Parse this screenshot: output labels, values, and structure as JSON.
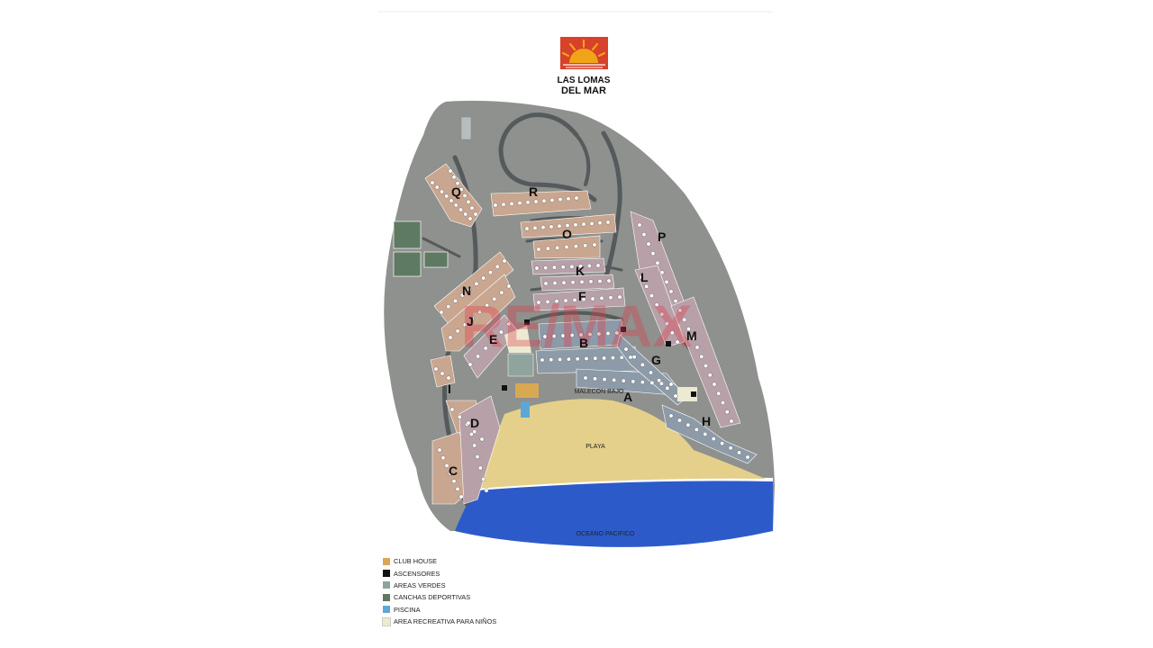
{
  "logo": {
    "line1": "LAS LOMAS",
    "line2": "DEL MAR",
    "colors": {
      "sun": "#f0a418",
      "background": "#d8412a",
      "text": "#111111"
    }
  },
  "map": {
    "beach_label": "PLAYA",
    "ocean_label": "OCEANO PACIFICO",
    "boardwalk_label": "MALECON BAJO",
    "watermark": "RE/MAX",
    "sectors": [
      "A",
      "B",
      "C",
      "D",
      "E",
      "F",
      "G",
      "H",
      "I",
      "J",
      "K",
      "L",
      "M",
      "N",
      "O",
      "P",
      "Q",
      "R"
    ],
    "colors": {
      "terrain": "#8e918d",
      "road": "#555a5c",
      "beach": "#e5d08b",
      "ocean": "#2c5bc9",
      "lots_peach": "#c9a690",
      "lots_mauve": "#b7a0a7",
      "lots_slate": "#8d9aa8"
    }
  },
  "legend": [
    {
      "label": "CLUB HOUSE",
      "color": "#d9a852"
    },
    {
      "label": "ASCENSORES",
      "color": "#111111"
    },
    {
      "label": "AREAS VERDES",
      "color": "#8fa49c"
    },
    {
      "label": "CANCHAS DEPORTIVAS",
      "color": "#5e7a62"
    },
    {
      "label": "PISCINA",
      "color": "#5ba8d6"
    },
    {
      "label": "AREA RECREATIVA PARA NIÑOS",
      "color": "#ecead2"
    }
  ]
}
